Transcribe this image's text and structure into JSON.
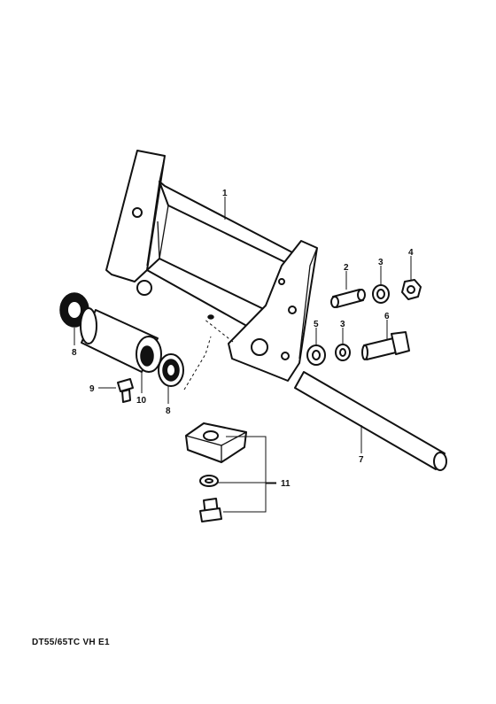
{
  "callouts": {
    "p1": "1",
    "p2": "2",
    "p3a": "3",
    "p3b": "3",
    "p4": "4",
    "p5": "5",
    "p6": "6",
    "p7": "7",
    "p8a": "8",
    "p8b": "8",
    "p9": "9",
    "p10": "10",
    "p11": "11"
  },
  "diagram_code": "DT55/65TC VH E1"
}
